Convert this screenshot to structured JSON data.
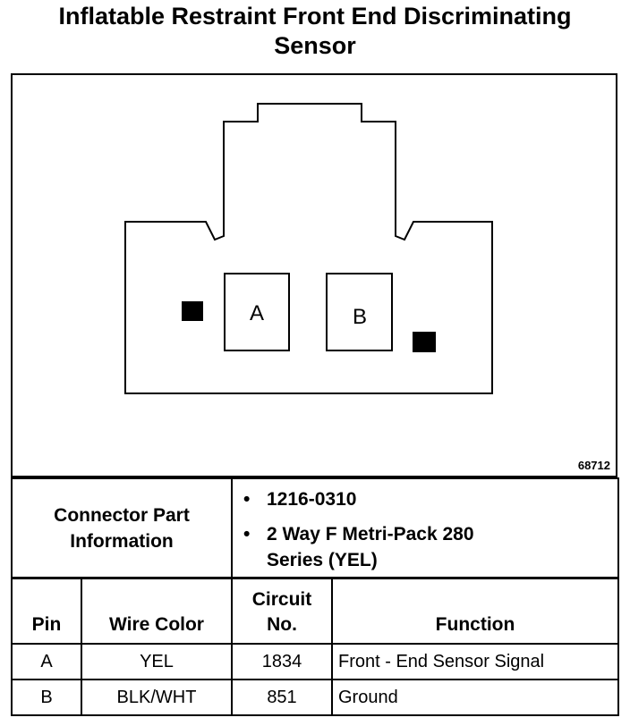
{
  "title": {
    "line1": "Inflatable Restraint Front End Discriminating",
    "line2": "Sensor"
  },
  "diagram": {
    "figure_number": "68712",
    "pins": [
      "A",
      "B"
    ]
  },
  "connector_info": {
    "label_line1": "Connector Part",
    "label_line2": "Information",
    "items": [
      "1216-0310",
      "2 Way F Metri-Pack 280",
      "Series (YEL)"
    ]
  },
  "pin_table": {
    "headers": {
      "pin": "Pin",
      "wire_color": "Wire Color",
      "circuit_line1": "Circuit",
      "circuit_line2": "No.",
      "function": "Function"
    },
    "rows": [
      {
        "pin": "A",
        "wire_color": "YEL",
        "circuit": "1834",
        "function": "Front - End Sensor Signal"
      },
      {
        "pin": "B",
        "wire_color": "BLK/WHT",
        "circuit": "851",
        "function": "Ground"
      }
    ]
  }
}
